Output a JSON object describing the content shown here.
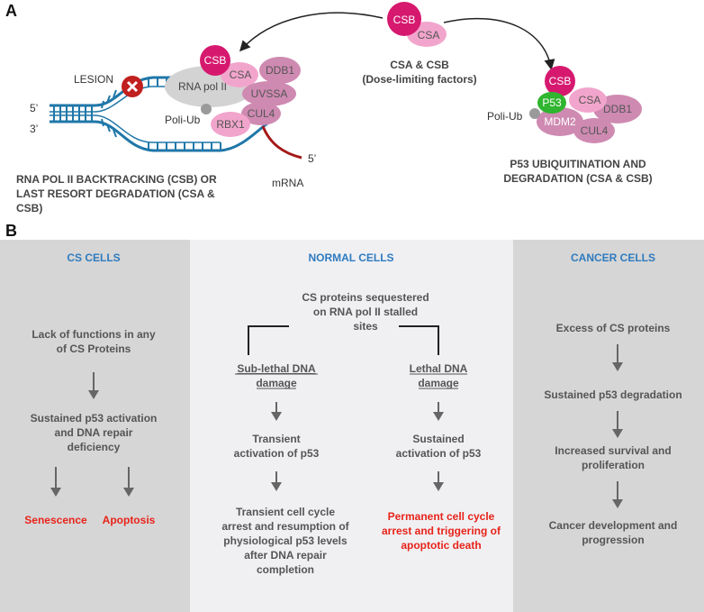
{
  "panel_a": {
    "label": "A",
    "lesion_label": "LESION",
    "five_prime_top": "5’",
    "three_prime_bottom": "3’",
    "five_prime_mrna": "5’",
    "mrna_label": "mRNA",
    "polub_left": "Poli-Ub",
    "polub_right": "Poli-Ub",
    "top_csb": "CSB",
    "top_csa": "CSA",
    "center_title_1": "CSA & CSB",
    "center_title_2": "(Dose-limiting factors)",
    "left_csb": "CSB",
    "left_csa": "CSA",
    "left_ddb1": "DDB1",
    "left_rnapol": "RNA pol II",
    "left_uvssa": "UVSSA",
    "left_cul4": "CUL4",
    "left_rbx1": "RBX1",
    "left_caption_1": "RNA POL II BACKTRACKING (CSB) OR",
    "left_caption_2": "LAST RESORT DEGRADATION (CSA &",
    "left_caption_3": "CSB)",
    "right_csb": "CSB",
    "right_p53": "P53",
    "right_csa": "CSA",
    "right_ddb1": "DDB1",
    "right_mdm2": "MDM2",
    "right_cul4": "CUL4",
    "right_caption_1": "P53 UBIQUITINATION AND",
    "right_caption_2": "DEGRADATION (CSA & CSB)"
  },
  "panel_b": {
    "label": "B",
    "cs_cells": {
      "title": "CS CELLS",
      "step1_l1": "Lack of functions in any",
      "step1_l2": "of CS Proteins",
      "step2_l1": "Sustained p53 activation",
      "step2_l2": "and DNA repair",
      "step2_l3": "deficiency",
      "outcome_1": "Senescence",
      "outcome_2": "Apoptosis"
    },
    "normal_cells": {
      "title": "NORMAL CELLS",
      "top_l1": "CS proteins sequestered",
      "top_l2": "on RNA pol II stalled",
      "top_l3": "sites",
      "left_head_l1": "Sub-lethal DNA",
      "left_head_l2": "damage",
      "left_mid_l1": "Transient",
      "left_mid_l2": "activation of p53",
      "left_out_l1": "Transient cell cycle",
      "left_out_l2": "arrest and resumption of",
      "left_out_l3": "physiological p53 levels",
      "left_out_l4": "after DNA repair",
      "left_out_l5": "completion",
      "right_head_l1": "Lethal DNA",
      "right_head_l2": "damage",
      "right_mid_l1": "Sustained",
      "right_mid_l2": "activation of p53",
      "right_out_l1": "Permanent cell cycle",
      "right_out_l2": "arrest and triggering of",
      "right_out_l3": "apoptotic death"
    },
    "cancer_cells": {
      "title": "CANCER CELLS",
      "step1": "Excess of CS proteins",
      "step2": "Sustained p53 degradation",
      "step3_l1": "Increased survival and",
      "step3_l2": "proliferation",
      "step4_l1": "Cancer development and",
      "step4_l2": "progression"
    }
  },
  "colors": {
    "csb_magenta": "#d6196f",
    "pink": "#f2a5cc",
    "mauve": "#cf8ab2",
    "dna_blue": "#1f77a8",
    "p53_green": "#2fb52f",
    "panel_gray": "#d6d6d6",
    "panel_light": "#f0f0f3",
    "title_blue": "#2f7bbf",
    "outcome_red": "#e8231a",
    "body_text": "#555555",
    "arrow_gray": "#666666"
  }
}
